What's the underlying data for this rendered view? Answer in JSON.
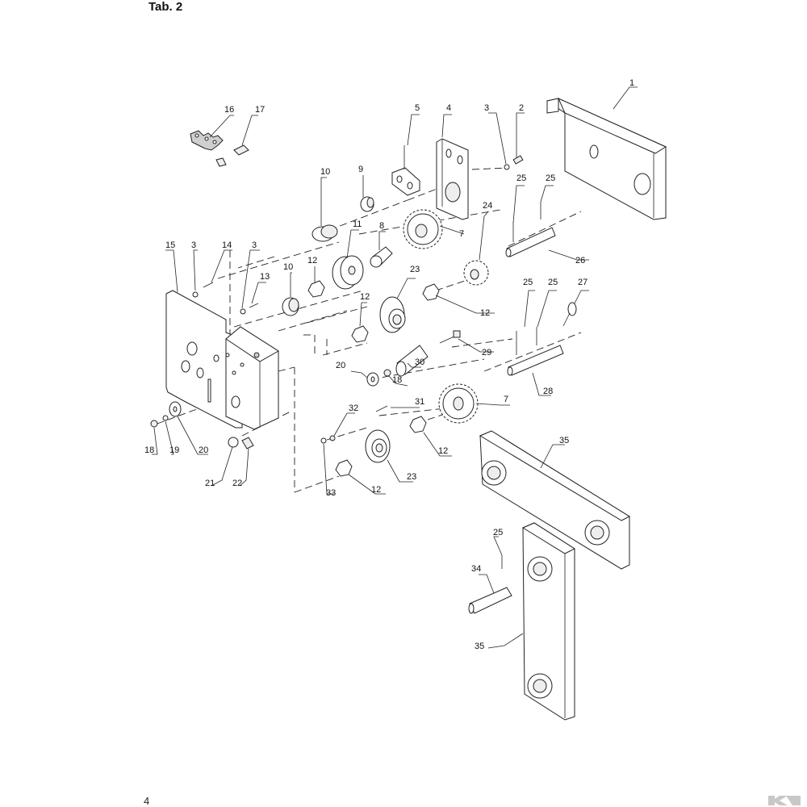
{
  "header": {
    "title": "Tab. 2"
  },
  "footer": {
    "page_number": "4"
  },
  "brand": {
    "color": "#c8c8c8"
  },
  "callouts": [
    "1",
    "2",
    "3",
    "3",
    "3",
    "4",
    "5",
    "7",
    "7",
    "8",
    "9",
    "10",
    "10",
    "11",
    "12",
    "12",
    "12",
    "12",
    "12",
    "13",
    "14",
    "15",
    "16",
    "17",
    "18",
    "18",
    "19",
    "20",
    "20",
    "21",
    "22",
    "23",
    "23",
    "24",
    "25",
    "25",
    "25",
    "25",
    "25",
    "26",
    "27",
    "28",
    "29",
    "30",
    "31",
    "32",
    "33",
    "34",
    "35",
    "35"
  ]
}
